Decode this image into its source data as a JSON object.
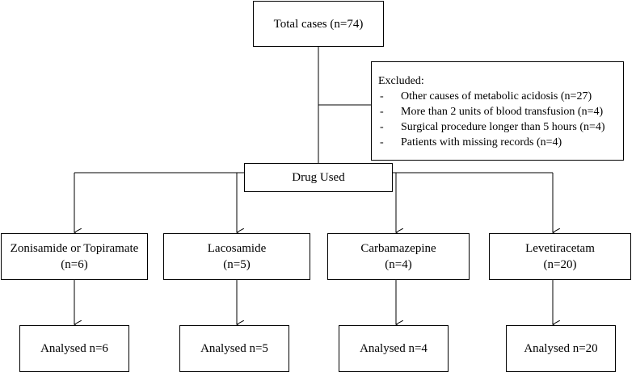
{
  "total": {
    "label": "Total cases (n=74)"
  },
  "excluded": {
    "title": "Excluded:",
    "bullet": "-",
    "items": [
      "Other causes of metabolic acidosis (n=27)",
      "More than 2 units of blood transfusion (n=4)",
      "Surgical procedure longer than 5 hours (n=4)",
      "Patients with missing records (n=4)"
    ]
  },
  "drug_used": {
    "label": "Drug Used"
  },
  "groups": [
    {
      "name": "Zonisamide or Topiramate",
      "count": "(n=6)",
      "analysed": "Analysed n=6"
    },
    {
      "name": "Lacosamide",
      "count": "(n=5)",
      "analysed": "Analysed n=5"
    },
    {
      "name": "Carbamazepine",
      "count": "(n=4)",
      "analysed": "Analysed n=4"
    },
    {
      "name": "Levetiracetam",
      "count": "(n=20)",
      "analysed": "Analysed n=20"
    }
  ],
  "colors": {
    "line": "#000000",
    "box_border": "#000000",
    "background": "#ffffff"
  }
}
